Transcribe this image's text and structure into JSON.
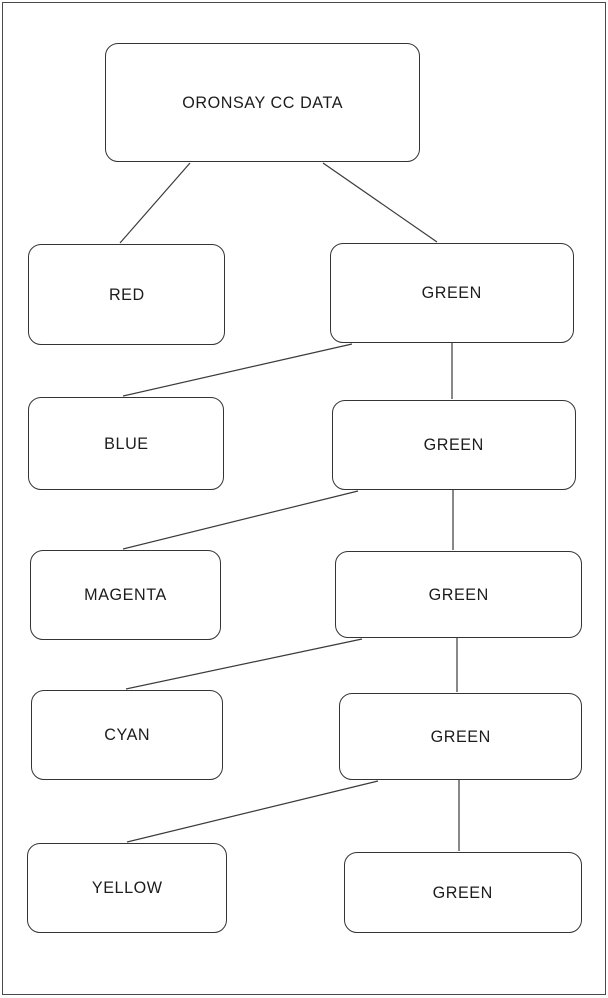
{
  "diagram": {
    "type": "tree",
    "title": "ORONSAY CC DATA",
    "line_color": "#3a3a3a",
    "box_background": "#ffffff",
    "page_background": "#ffffff"
  },
  "nodes": {
    "root": {
      "label": "ORONSAY CC DATA"
    },
    "red": {
      "label": "RED"
    },
    "green1": {
      "label": "GREEN"
    },
    "blue": {
      "label": "BLUE"
    },
    "green2": {
      "label": "GREEN"
    },
    "magenta": {
      "label": "MAGENTA"
    },
    "green3": {
      "label": "GREEN"
    },
    "cyan": {
      "label": "CYAN"
    },
    "green4": {
      "label": "GREEN"
    },
    "yellow": {
      "label": "YELLOW"
    },
    "green5": {
      "label": "GREEN"
    }
  },
  "edges": [
    {
      "from": "root",
      "to": "red"
    },
    {
      "from": "root",
      "to": "green1"
    },
    {
      "from": "green1",
      "to": "blue"
    },
    {
      "from": "green1",
      "to": "green2"
    },
    {
      "from": "green2",
      "to": "magenta"
    },
    {
      "from": "green2",
      "to": "green3"
    },
    {
      "from": "green3",
      "to": "cyan"
    },
    {
      "from": "green3",
      "to": "green4"
    },
    {
      "from": "green4",
      "to": "yellow"
    },
    {
      "from": "green4",
      "to": "green5"
    }
  ]
}
